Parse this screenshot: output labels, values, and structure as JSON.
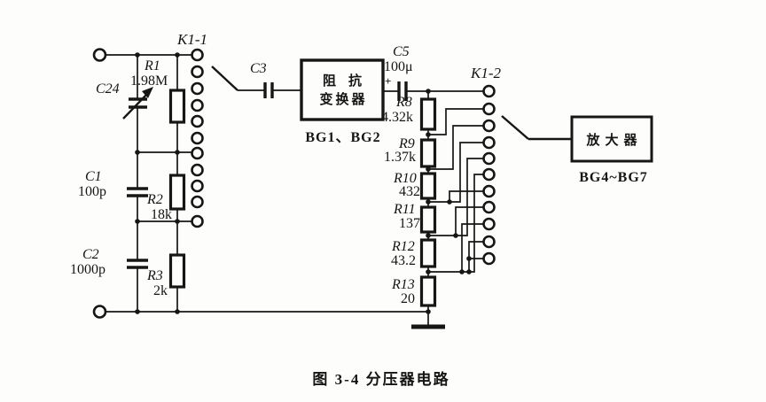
{
  "figure": {
    "caption": "图 3-4  分压器电路",
    "ink_color": "#161616",
    "background_color": "#fdfdfb"
  },
  "switches": {
    "k11": {
      "label": "K1-1",
      "contact_count": 11
    },
    "k12": {
      "label": "K1-2",
      "contact_count": 11
    }
  },
  "components": {
    "c24": {
      "name": "C24"
    },
    "r1": {
      "name": "R1",
      "value": "1.98M"
    },
    "c1": {
      "name": "C1",
      "value": "100p"
    },
    "r2": {
      "name": "R2",
      "value": "18k"
    },
    "c2": {
      "name": "C2",
      "value": "1000p"
    },
    "r3": {
      "name": "R3",
      "value": "2k"
    },
    "c3": {
      "name": "C3"
    },
    "c5": {
      "name": "C5",
      "value": "100μ",
      "polarity": "+"
    },
    "r8": {
      "name": "R8",
      "value": "4.32k"
    },
    "r9": {
      "name": "R9",
      "value": "1.37k"
    },
    "r10": {
      "name": "R10",
      "value": "432"
    },
    "r11": {
      "name": "R11",
      "value": "137"
    },
    "r12": {
      "name": "R12",
      "value": "43.2"
    },
    "r13": {
      "name": "R13",
      "value": "20"
    }
  },
  "blocks": {
    "impedance_converter": {
      "title_line1": "阻抗",
      "title_line2": "变换器",
      "subtitle": "BG1、BG2"
    },
    "amplifier": {
      "title": "放大器",
      "subtitle": "BG4~BG7"
    }
  }
}
